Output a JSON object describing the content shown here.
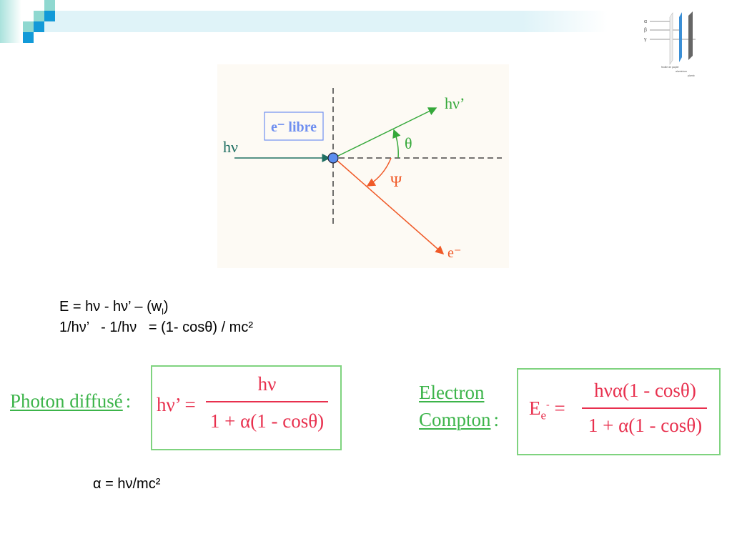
{
  "header": {
    "accent_teal": "#8fd8d0",
    "accent_blue": "#129ad8",
    "band_color": "#dff3f8"
  },
  "thumbnail": {
    "rays": [
      "α",
      "β",
      "γ"
    ],
    "labels": [
      "feuille de papier",
      "aluminium",
      "plomb"
    ]
  },
  "diagram": {
    "incident_label": "hν",
    "electron_box": "e⁻ libre",
    "scattered_label": "hν’",
    "theta": "θ",
    "psi": "Ψ",
    "electron_label": "e⁻",
    "colors": {
      "incident": "#1f6f62",
      "photon": "#35a83a",
      "electron": "#f05a28",
      "box": "#6f8ff0",
      "dot": "#5b8def"
    }
  },
  "equations": {
    "line1": "E = hν - hν’ – (w",
    "line1_sub": "l",
    "line1_end": ")",
    "line2": "1/hν’   - 1/hν   = (1- cosθ) / mc²",
    "alpha_def": "α = hν/mc²"
  },
  "photon": {
    "label": "Photon diffusé",
    "colon": ":",
    "lhs": "hν’ =",
    "numerator": "hν",
    "denominator": "1 + α(1 - cosθ)"
  },
  "electron": {
    "label_line1": "Electron",
    "label_line2": "Compton",
    "colon": ":",
    "lhs": "E",
    "lhs_sub": "e",
    "lhs_sup": "-",
    "equals": "=",
    "numerator": "hνα(1 - cosθ)",
    "denominator": "1 + α(1 - cosθ)"
  }
}
